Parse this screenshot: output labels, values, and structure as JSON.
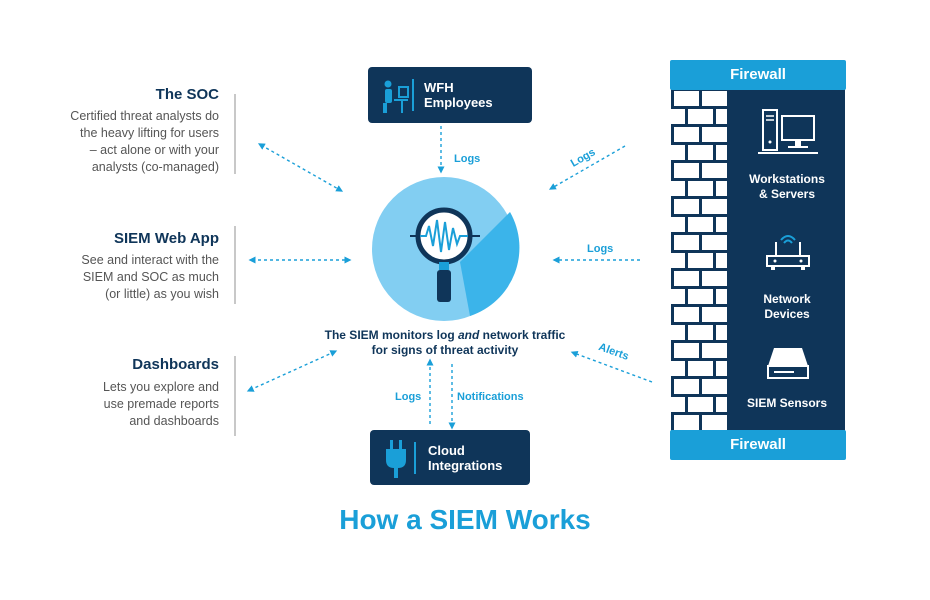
{
  "left": {
    "soc": {
      "title": "The SOC",
      "text": "Certified threat analysts do\nthe heavy lifting for users\n– act alone or with your\nanalysts (co-managed)"
    },
    "webapp": {
      "title": "SIEM Web App",
      "text": "See and interact with the\nSIEM and SOC as much\n(or little) as you wish"
    },
    "dashboards": {
      "title": "Dashboards",
      "text": "Lets you explore and\nuse premade reports\nand dashboards"
    }
  },
  "wfh": {
    "label": "WFH\nEmployees"
  },
  "cloud": {
    "label": "Cloud\nIntegrations"
  },
  "center": {
    "caption_pre": "The SIEM monitors log ",
    "caption_em": "and",
    "caption_post": " network traffic",
    "caption_line2": "for signs of threat activity"
  },
  "arrows": {
    "logs_wfh": "Logs",
    "logs_diag": "Logs",
    "logs_mid": "Logs",
    "alerts": "Alerts",
    "logs_cloud": "Logs",
    "notifications": "Notifications"
  },
  "firewall": {
    "top": "Firewall",
    "bottom": "Firewall",
    "items": [
      "Workstations\n& Servers",
      "Network\nDevices",
      "SIEM Sensors"
    ]
  },
  "footer_title": "How a SIEM Works",
  "colors": {
    "navy": "#0f3559",
    "accent": "#1a9fd8",
    "light_blue": "#82cef2"
  },
  "icons": [
    "desk-worker-icon",
    "magnifier-waveform-icon",
    "plug-icon",
    "computer-icon",
    "router-icon",
    "sensor-icon"
  ]
}
